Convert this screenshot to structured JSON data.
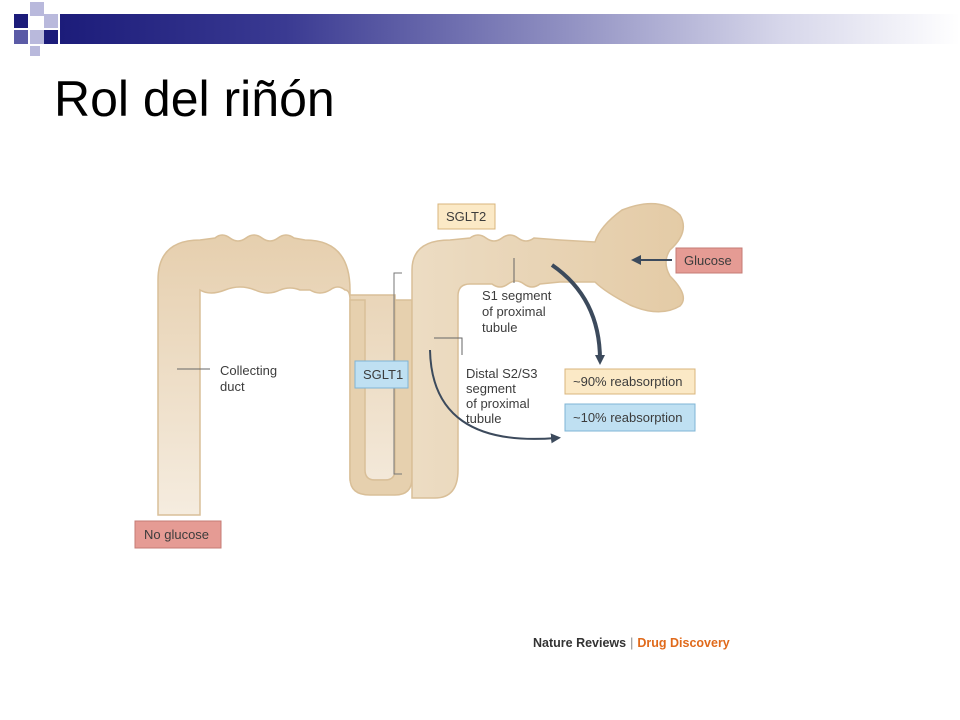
{
  "slide": {
    "title": "Rol del riñón"
  },
  "diagram": {
    "labels": {
      "sglt2": "SGLT2",
      "sglt1": "SGLT1",
      "glucose": "Glucose",
      "no_glucose": "No glucose",
      "collecting_duct": [
        "Collecting",
        "duct"
      ],
      "s1_segment": [
        "S1 segment",
        "of proximal",
        "tubule"
      ],
      "distal_segment": [
        "Distal S2/S3",
        "segment",
        "of proximal",
        "tubule"
      ],
      "reabsorption_90": "~90% reabsorption",
      "reabsorption_10": "~10% reabsorption"
    },
    "colors": {
      "tubule": "#ead5b5",
      "tubule_edge": "#d9bf98",
      "box_yellow": "#fbe9c6",
      "box_blue": "#bfe0f2",
      "box_red": "#e59b94",
      "arrow": "#3c4a5c"
    }
  },
  "credit": {
    "publisher": "Nature Reviews",
    "separator": "|",
    "journal": "Drug Discovery"
  }
}
